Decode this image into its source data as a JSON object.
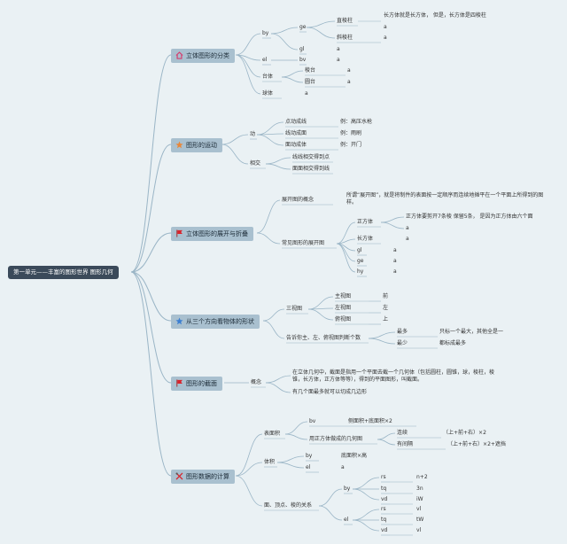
{
  "root": "第一单元——丰富的图形世界 图形几何",
  "colors": {
    "link": "#9ab5c6",
    "root_bg": "#3b4a5a",
    "branch_bg": "#a9c0cf"
  },
  "branches": {
    "b1": "立体图形的分类",
    "b2": "图形的运动",
    "b3": "立体图形的展开与折叠",
    "b4": "从三个方向看物体的形状",
    "b5": "图形的截面",
    "b6": "图形数据的计算"
  },
  "icons": {
    "b1": "house-icon",
    "b2": "star-orange-icon",
    "b3": "flag-red-icon",
    "b4": "star-blue-icon",
    "b5": "flag-red-icon",
    "b6": "tools-icon"
  },
  "b1": {
    "by": "by",
    "ge": "ge",
    "zhilengzhu": "直棱柱",
    "zhilengzhu_desc": "长方体就是长方体，    但是，长方体是四棱柱",
    "zh_a": "a",
    "xielengzhu": "斜棱柱",
    "xie_a": "a",
    "gl": "gl",
    "gl_a": "a",
    "el": "el",
    "bv": "bv",
    "bv_a": "a",
    "taiti": "台体",
    "lengtai": "棱台",
    "lengtai_a": "a",
    "yuantai": "圆台",
    "yuantai_a": "a",
    "qiuti": "球体",
    "qiuti_a": "a"
  },
  "b2": {
    "dong": "动",
    "diandongchengxian": "点动成线",
    "li1": "例：高压水枪",
    "xiandongchengmian": "线动成面",
    "li2": "例：雨刷",
    "miandongchengti": "面动成体",
    "li3": "例：开门",
    "xiangjiao": "相交",
    "xianxian": "线线相交得到点",
    "mianmian": "面面相交得到线"
  },
  "b3": {
    "gainian": "展开图的概念",
    "gainian_desc": "所谓“展开图”，就是将制件的表面按一定顺序而连续地摊平在一个平面上所得到的图样。",
    "changjian": "常见图形的展开图",
    "zhengfangti": "正方体",
    "zf_desc": "正方体要剪开7条棱 保留5条，   是因为正方体由六个面",
    "zf_a": "a",
    "changfangti": "长方体",
    "cf_a": "a",
    "gl": "gl",
    "gl_a": "a",
    "ge": "ge",
    "ge_a": "a",
    "hy": "hy",
    "hy_a": "a"
  },
  "b4": {
    "sanshitu": "三视图",
    "zhushitu": "主视图",
    "qian": "前",
    "zuoshitu": "左视图",
    "zuo": "左",
    "fushitu": "俯视图",
    "shang": "上",
    "gaosu": "告诉你主、左、俯视图判断个数",
    "zuiduo": "最多",
    "zuiduo_desc": "只标一个最大，其他全是一",
    "zuishao": "最少",
    "zuishao_desc": "都标成最多"
  },
  "b5": {
    "gainian": "概念",
    "desc1": "在立体几何中，截面是指用一个平面去截一个几何体（包括圆柱，圆锥，球，棱柱，棱锥，长方体，正方体等等），得到的平面图形，叫截面。",
    "desc2": "有几个面最多就可以切成几边形"
  },
  "b6": {
    "biaomianji": "表面积",
    "bv": "bv",
    "bv_desc": "侧面积+底面积×2",
    "yongzheng": "用正方体做成的几何图",
    "lianxu": "连续",
    "lianxu_desc": "（上+前+右）×2",
    "youjiange": "有间隔",
    "youjiange_desc": "（上+前+右）×2+遮挡",
    "tiji": "体积",
    "tj_by": "by",
    "tj_by_desc": "底面积×高",
    "tj_el": "el",
    "tj_el_a": "a",
    "dmleng": "面、顶点、棱的关系",
    "by": "by",
    "rs1": "rs",
    "rs1_v": "n+2",
    "tq1": "tq",
    "tq1_v": "3n",
    "vd1": "vd",
    "vd1_v": "iW",
    "el": "el",
    "rs2": "rs",
    "rs2_v": "vl",
    "tq2": "tq",
    "tq2_v": "tW",
    "vd2": "vd",
    "vd2_v": "vl"
  }
}
